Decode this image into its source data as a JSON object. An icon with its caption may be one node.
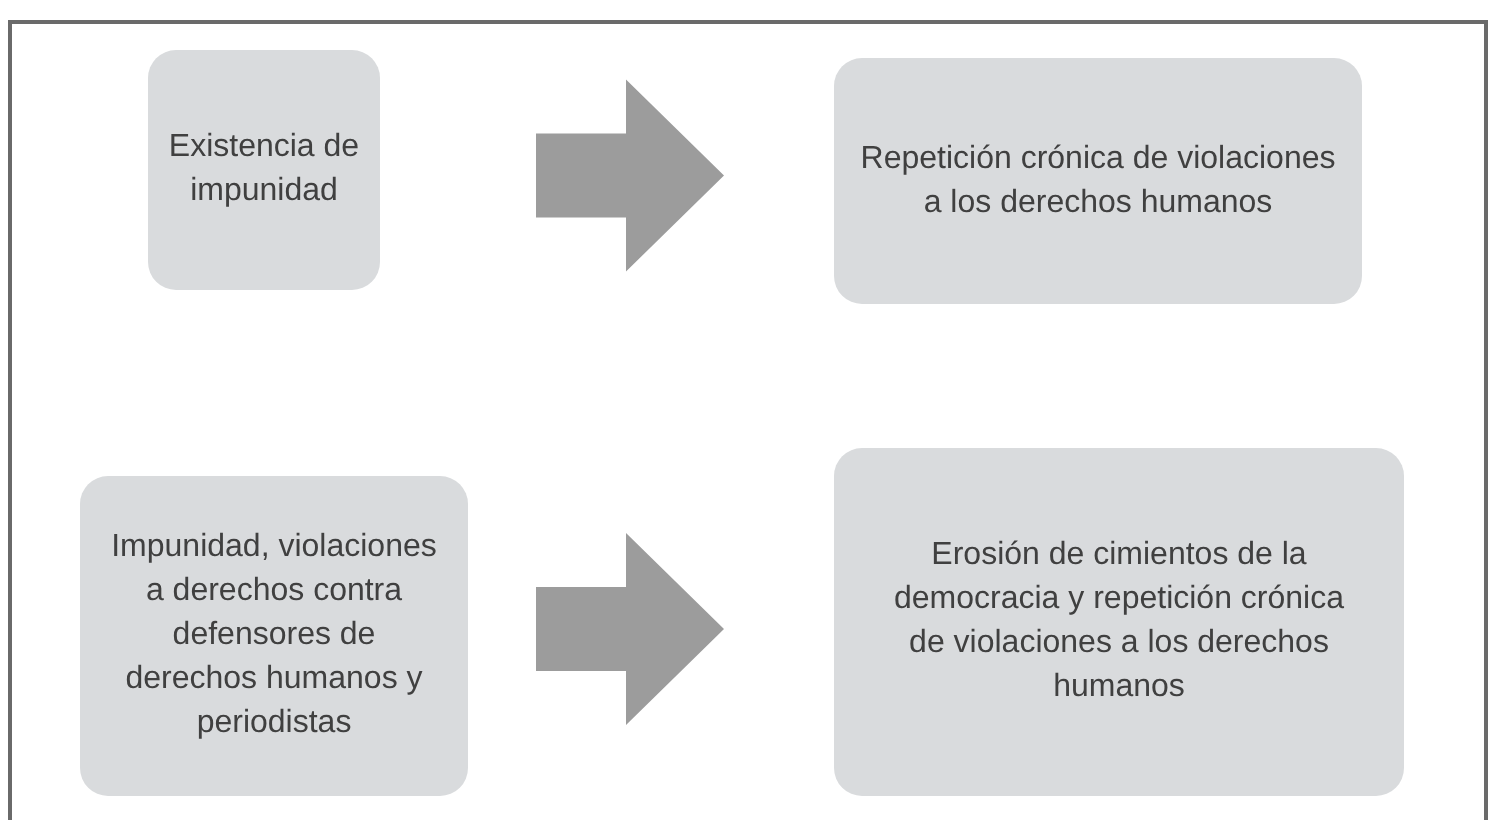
{
  "diagram": {
    "nodes": [
      {
        "text": [
          "Existencia de impunidad"
        ]
      },
      {
        "text": [
          "Repetición crónica de violaciones a los derechos humanos"
        ]
      },
      {
        "text": [
          "Impunidad, violaciones a derechos contra defensores de derechos humanos y periodistas"
        ]
      },
      {
        "text": [
          "Erosión de cimientos de la democracia y repetición crónica de violaciones a los derechos humanos"
        ]
      }
    ],
    "edges": [
      {
        "from": 0,
        "to": 1,
        "arrow": "to"
      },
      {
        "from": 2,
        "to": 3,
        "arrow": "to"
      }
    ]
  }
}
